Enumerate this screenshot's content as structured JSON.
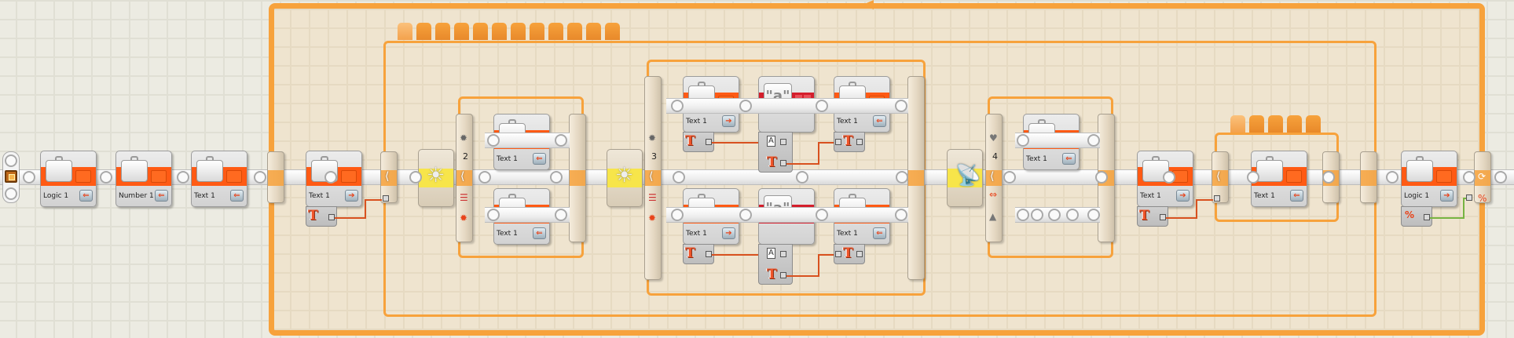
{
  "app": "LEGO MINDSTORMS NXT-G Program Canvas",
  "start_point": {
    "icon": "start-point-icon"
  },
  "blocks": {
    "b1": {
      "type": "variable",
      "label": "Logic 1",
      "mode": "write"
    },
    "b2": {
      "type": "variable",
      "label": "Number 1",
      "mode": "write"
    },
    "b3": {
      "type": "variable",
      "label": "Text 1",
      "mode": "write"
    },
    "b4": {
      "type": "variable",
      "label": "Text 1",
      "mode": "read",
      "plug": "T"
    },
    "sw2_top": {
      "type": "variable",
      "label": "Text 1",
      "mode": "write"
    },
    "sw2_bottom": {
      "type": "variable",
      "label": "Text 1",
      "mode": "write"
    },
    "sw3_top_read": {
      "type": "variable",
      "label": "Text 1",
      "mode": "read",
      "plug": "T"
    },
    "sw3_top_text": {
      "type": "text",
      "label": "\"a\"",
      "plug": "A"
    },
    "sw3_top_write": {
      "type": "variable",
      "label": "Text 1",
      "mode": "write",
      "plug": "T"
    },
    "sw3_bot_read": {
      "type": "variable",
      "label": "Text 1",
      "mode": "read",
      "plug": "T"
    },
    "sw3_bot_text": {
      "type": "text",
      "label": "\"a\"",
      "plug": "A"
    },
    "sw3_bot_write": {
      "type": "variable",
      "label": "Text 1",
      "mode": "write",
      "plug": "T"
    },
    "sw4_top": {
      "type": "variable",
      "label": "Text 1",
      "mode": "write"
    },
    "b_after_read": {
      "type": "variable",
      "label": "Text 1",
      "mode": "read",
      "plug": "T"
    },
    "inner_loop_write": {
      "type": "variable",
      "label": "Text 1",
      "mode": "write"
    },
    "final_logic": {
      "type": "variable",
      "label": "Logic 1",
      "mode": "read",
      "plug": "logic"
    }
  },
  "switches": {
    "sw_text": {
      "sensor": "none",
      "cases": 1
    },
    "sw2": {
      "sensor": "light-sensor",
      "port": "2"
    },
    "sw3": {
      "sensor": "light-sensor",
      "port": "3"
    },
    "sw4": {
      "sensor": "sound-sensor",
      "port": "4"
    },
    "sw_inner": {
      "sensor": "none"
    }
  },
  "loops": {
    "outer": {
      "type": "loop",
      "control": "logic"
    },
    "middle": {
      "type": "loop",
      "control": "forever"
    },
    "inner": {
      "type": "loop",
      "control": "forever"
    }
  },
  "colors": {
    "loop_orange": "#f7a23c",
    "variable_band": "#ff5a14",
    "text_band": "#d41e2c",
    "sensor_yellow": "#f7e54a",
    "wire_text": "#d8511f",
    "wire_logic": "#77b441"
  },
  "glyphs": {
    "T": "T",
    "A": "A",
    "port2": "2",
    "port3": "3",
    "port4": "4",
    "logic": "%"
  }
}
